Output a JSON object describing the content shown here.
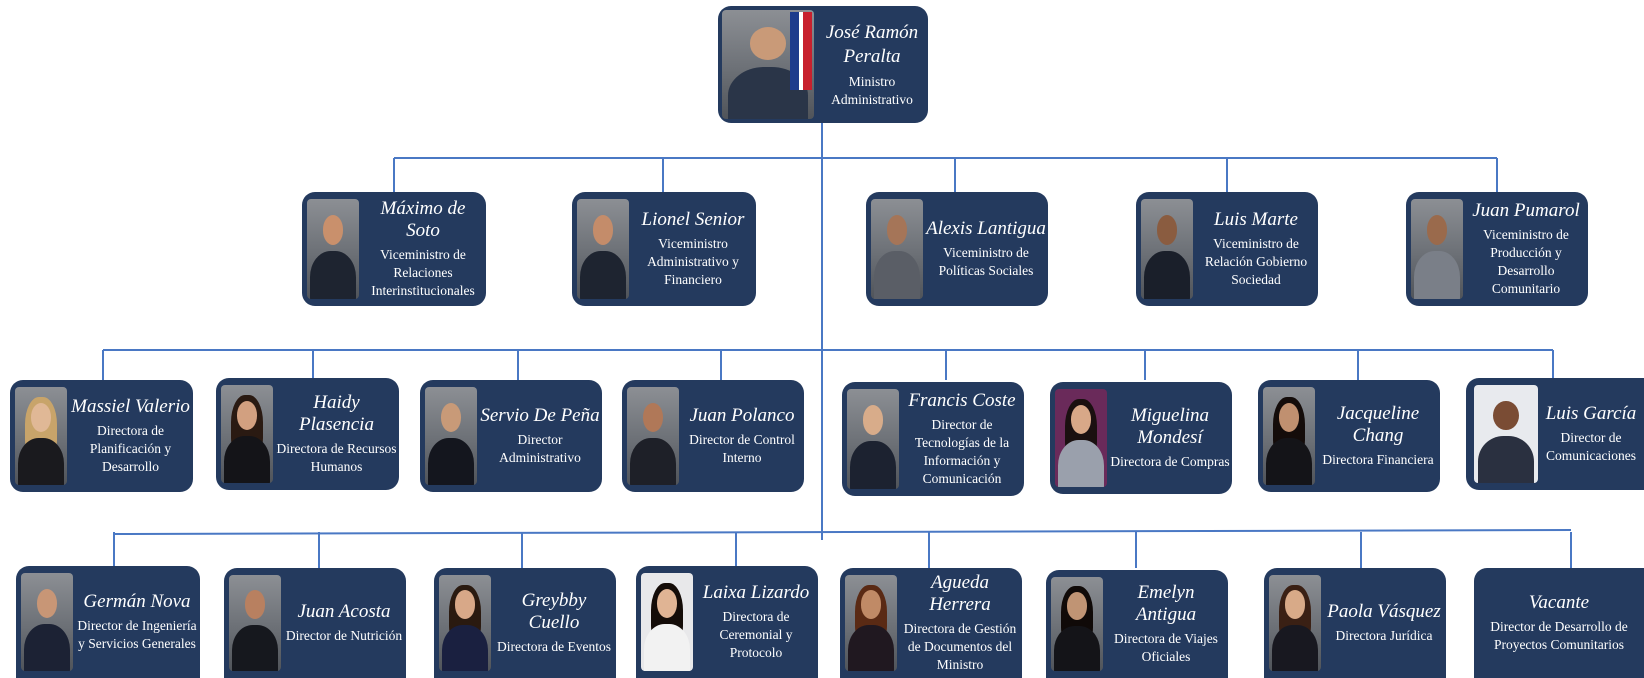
{
  "colors": {
    "card": "#243a5e",
    "line": "#4a78c4"
  },
  "top": {
    "name": "José Ramón Peralta",
    "role": "Ministro Administrativo"
  },
  "row1": [
    {
      "name": "Máximo de Soto",
      "role": "Viceministro de Relaciones Interinstitucionales"
    },
    {
      "name": "Lionel Senior",
      "role": "Viceministro Administrativo y Financiero"
    },
    {
      "name": "Alexis Lantigua",
      "role": "Viceministro de Políticas Sociales"
    },
    {
      "name": "Luis Marte",
      "role": "Viceministro de Relación Gobierno Sociedad"
    },
    {
      "name": "Juan Pumarol",
      "role": "Viceministro de Producción y Desarrollo Comunitario"
    }
  ],
  "row2": [
    {
      "name": "Massiel Valerio",
      "role": "Directora de Planificación y Desarrollo"
    },
    {
      "name": "Haidy Plasencia",
      "role": "Directora de Recursos Humanos"
    },
    {
      "name": "Servio De Peña",
      "role": "Director Administrativo"
    },
    {
      "name": "Juan Polanco",
      "role": "Director de Control Interno"
    },
    {
      "name": "Francis Coste",
      "role": "Director de Tecnologías de la Información y Comunicación"
    },
    {
      "name": "Miguelina Mondesí",
      "role": "Directora de Compras"
    },
    {
      "name": "Jacqueline Chang",
      "role": "Directora Financiera"
    },
    {
      "name": "Luis García",
      "role": "Director de Comunicaciones"
    }
  ],
  "row3": [
    {
      "name": "Germán Nova",
      "role": "Director de Ingeniería y Servicios Generales"
    },
    {
      "name": "Juan Acosta",
      "role": "Director de Nutrición"
    },
    {
      "name": "Greybby Cuello",
      "role": "Directora de Eventos"
    },
    {
      "name": "Laixa Lizardo",
      "role": "Directora de Ceremonial y Protocolo"
    },
    {
      "name": "Agueda Herrera",
      "role": "Directora de Gestión de Documentos del Ministro"
    },
    {
      "name": "Emelyn Antigua",
      "role": "Directora de Viajes Oficiales"
    },
    {
      "name": "Paola Vásquez",
      "role": "Directora Jurídica"
    },
    {
      "name": "Vacante",
      "role": "Director de Desarrollo de Proyectos Comunitarios"
    }
  ]
}
